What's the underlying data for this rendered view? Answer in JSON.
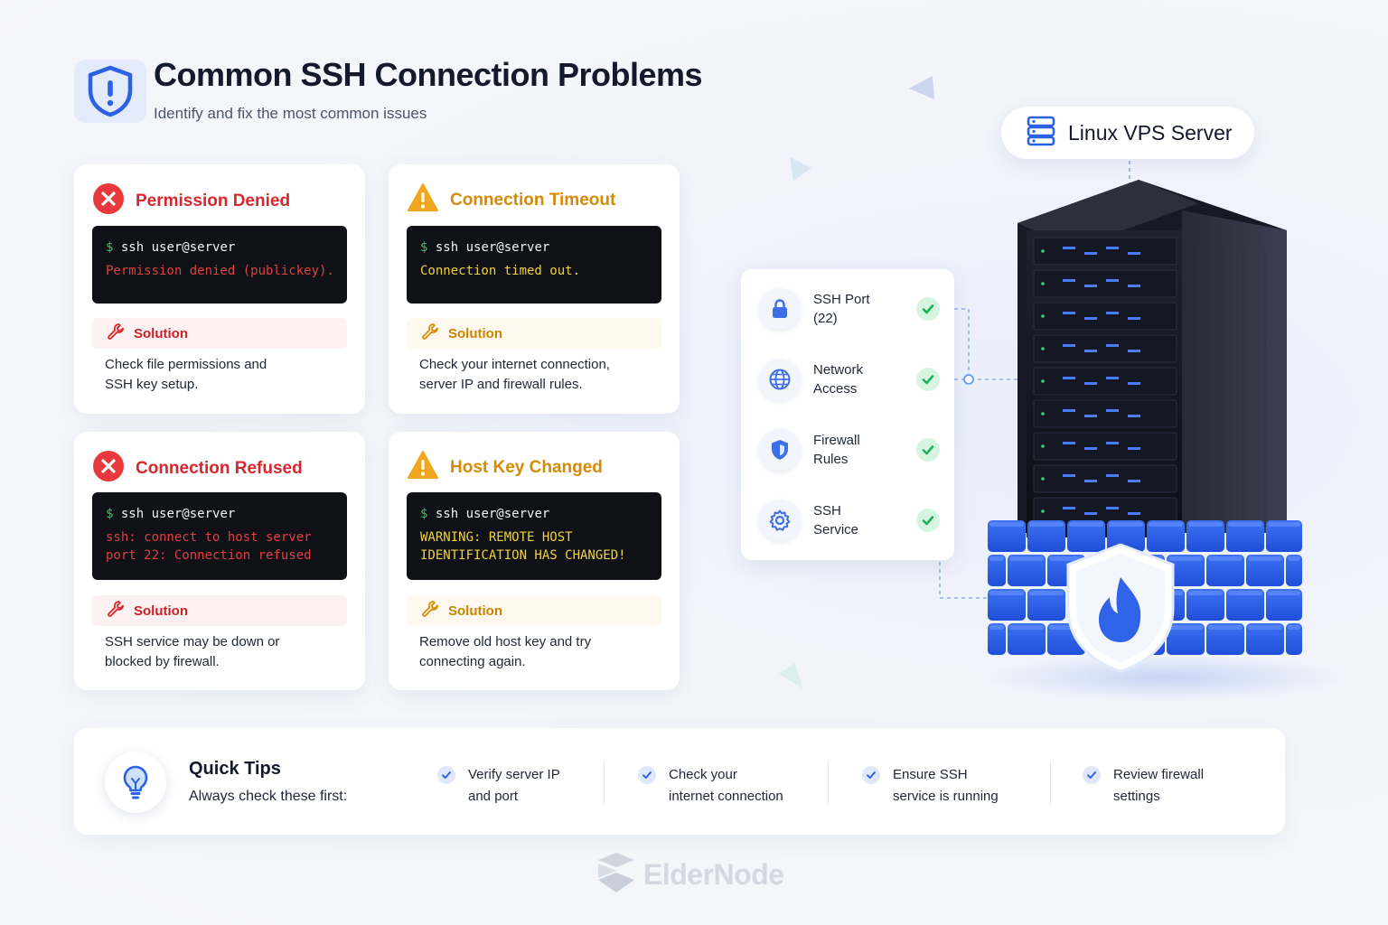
{
  "header": {
    "icon": "shield-alert-icon",
    "title": "Common SSH Connection Problems",
    "subtitle": "Identify and fix the most common issues"
  },
  "colors": {
    "error": "#d8262c",
    "warning": "#d68a06",
    "accent": "#2f63e8",
    "success": "#22b35e"
  },
  "problems": [
    {
      "severity": "error",
      "icon": "x-circle-icon",
      "title": "Permission Denied",
      "command_prompt": "$",
      "command": "ssh user@server",
      "output": "Permission denied (publickey).",
      "solution_label": "Solution",
      "solution_text": "Check file permissions and\nSSH key setup."
    },
    {
      "severity": "warning",
      "icon": "warning-triangle-icon",
      "title": "Connection Timeout",
      "command_prompt": "$",
      "command": "ssh user@server",
      "output": "Connection timed out.",
      "solution_label": "Solution",
      "solution_text": "Check your internet connection,\nserver IP and firewall rules."
    },
    {
      "severity": "error",
      "icon": "x-circle-icon",
      "title": "Connection Refused",
      "command_prompt": "$",
      "command": "ssh user@server",
      "output": "ssh: connect to host server\nport 22: Connection refused",
      "solution_label": "Solution",
      "solution_text": "SSH service may be down or\nblocked by firewall."
    },
    {
      "severity": "warning",
      "icon": "warning-triangle-icon",
      "title": "Host Key Changed",
      "command_prompt": "$",
      "command": "ssh user@server",
      "output": "WARNING: REMOTE HOST\nIDENTIFICATION HAS CHANGED!",
      "solution_label": "Solution",
      "solution_text": "Remove old host key and try\nconnecting again."
    }
  ],
  "server": {
    "label": "Linux VPS Server",
    "icon": "server-icon"
  },
  "status_checks": [
    {
      "icon": "lock-icon",
      "label": "SSH Port\n(22)",
      "status": "ok"
    },
    {
      "icon": "globe-icon",
      "label": "Network\nAccess",
      "status": "ok"
    },
    {
      "icon": "shield-icon",
      "label": "Firewall\nRules",
      "status": "ok"
    },
    {
      "icon": "gear-icon",
      "label": "SSH\nService",
      "status": "ok"
    }
  ],
  "quick_tips": {
    "icon": "lightbulb-icon",
    "title": "Quick Tips",
    "subtitle": "Always check these first:",
    "items": [
      "Verify server IP\nand port",
      "Check your\ninternet connection",
      "Ensure SSH\nservice is running",
      "Review firewall\nsettings"
    ]
  },
  "brand": {
    "name": "ElderNode",
    "icon": "eldernode-logo-icon"
  }
}
